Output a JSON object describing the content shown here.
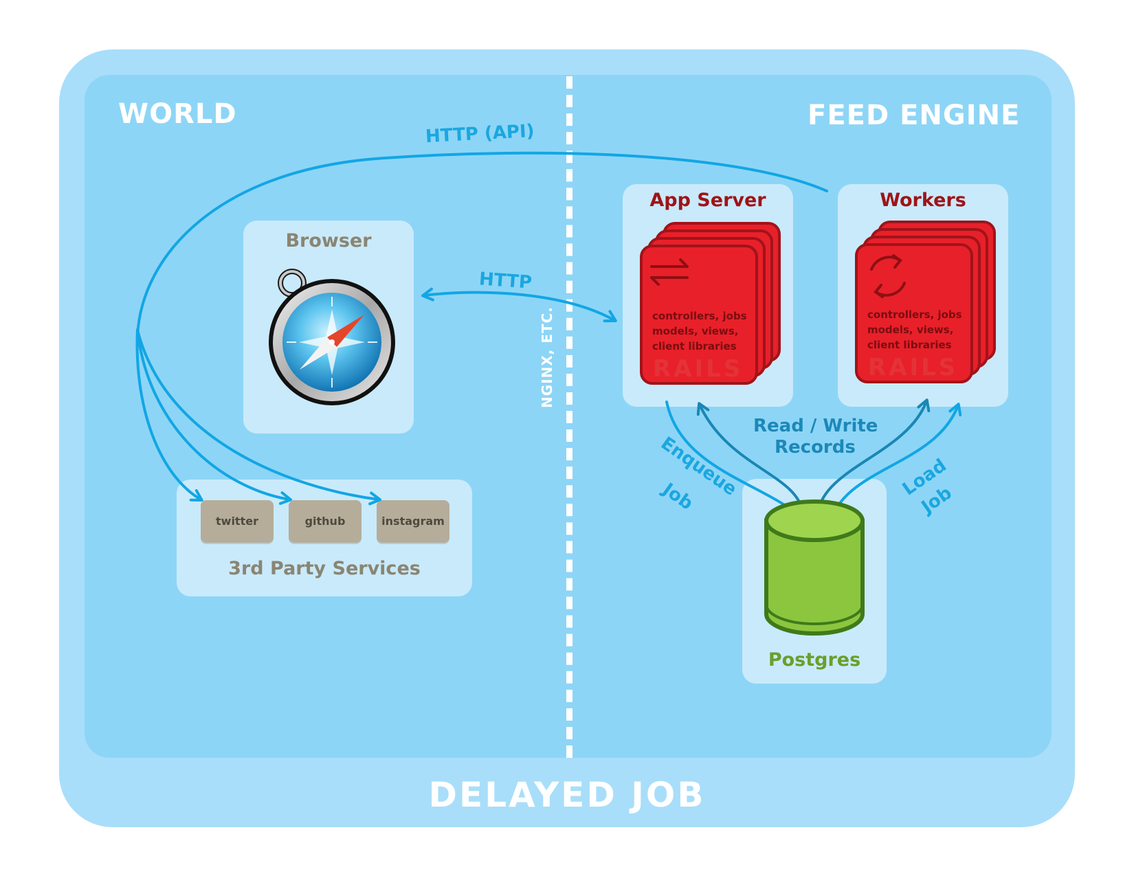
{
  "frame": {
    "footer_title": "DELAYED  JOB",
    "world_title": "WORLD",
    "feed_engine_title": "FEED ENGINE",
    "divider_label": "NGINX, ETC."
  },
  "world": {
    "browser": {
      "label": "Browser",
      "icon": "safari-compass-icon"
    },
    "third_party": {
      "label": "3rd Party Services",
      "services": [
        "twitter",
        "github",
        "instagram"
      ]
    }
  },
  "feed_engine": {
    "app_server": {
      "label": "App Server",
      "icon": "exchange-arrows-icon",
      "card_lines": [
        "controllers, jobs",
        "models, views,",
        "client libraries"
      ],
      "watermark": "RAILS"
    },
    "workers": {
      "label": "Workers",
      "icon": "refresh-cycle-icon",
      "card_lines": [
        "controllers, jobs",
        "models, views,",
        "client libraries"
      ],
      "watermark": "RAILS"
    },
    "database": {
      "label": "Postgres",
      "icon": "database-cylinder-icon"
    }
  },
  "edges": {
    "http_api": "HTTP (API)",
    "http": "HTTP",
    "read_write_1": "Read / Write",
    "read_write_2": "Records",
    "enqueue_1": "Enqueue",
    "enqueue_2": "Job",
    "load_1": "Load",
    "load_2": "Job"
  },
  "colors": {
    "outer_frame": "#a8defa",
    "inner_frame": "#8dd5f6",
    "panel": "#c9eafb",
    "rails_card": "#e8202a",
    "rails_card_border": "#a0141a",
    "postgres": "#8cc63f",
    "arrow_light": "#12a6e4",
    "arrow_teal": "#1a87b4"
  }
}
